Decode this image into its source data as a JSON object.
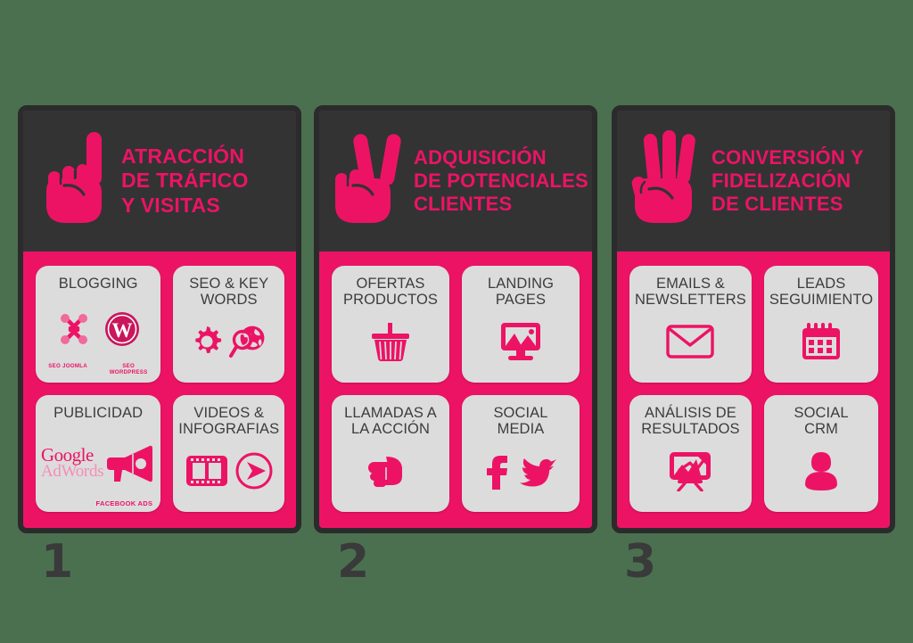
{
  "background_color": "#4a7050",
  "theme": {
    "pink": "#ec1365",
    "dark": "#333333",
    "border": "#2b2b2b",
    "card_gray": "#dcdcdc",
    "card_text": "#3d3d3d"
  },
  "panels": [
    {
      "step": "1",
      "hand_icon": "hand-one-finger-icon",
      "title_lines": [
        "ATRACCIÓN",
        "DE TRÁFICO",
        "Y VISITAS"
      ],
      "cards": [
        {
          "label_lines": [
            "BLOGGING"
          ],
          "icons": [
            "joomla-icon",
            "wordpress-icon"
          ],
          "mini_captions": [
            "SEO JOOMLA",
            "SEO WORDPRESS"
          ]
        },
        {
          "label_lines": [
            "SEO & KEY",
            "WORDS"
          ],
          "icons": [
            "gear-icon",
            "magnifier-globe-icon"
          ],
          "mini_captions": []
        },
        {
          "label_lines": [
            "PUBLICIDAD"
          ],
          "icons": [
            "google-adwords-wordmark",
            "megaphone-icon"
          ],
          "adwords": {
            "line1": "Google",
            "line2": "AdWords"
          },
          "corner_caption": "FACEBOOK ADS",
          "mini_captions": []
        },
        {
          "label_lines": [
            "VIDEOS &",
            "INFOGRAFIAS"
          ],
          "icons": [
            "film-strip-icon",
            "play-circle-icon"
          ],
          "mini_captions": []
        }
      ]
    },
    {
      "step": "2",
      "hand_icon": "hand-two-fingers-icon",
      "title_lines": [
        "ADQUISICIÓN",
        "DE POTENCIALES",
        "CLIENTES"
      ],
      "cards": [
        {
          "label_lines": [
            "OFERTAS",
            "PRODUCTOS"
          ],
          "icons": [
            "shopping-basket-icon"
          ],
          "mini_captions": []
        },
        {
          "label_lines": [
            "LANDING",
            "PAGES"
          ],
          "icons": [
            "monitor-image-icon"
          ],
          "mini_captions": []
        },
        {
          "label_lines": [
            "LLAMADAS A",
            "LA ACCIÓN"
          ],
          "icons": [
            "pointing-hand-icon"
          ],
          "mini_captions": []
        },
        {
          "label_lines": [
            "SOCIAL",
            "MEDIA"
          ],
          "icons": [
            "facebook-icon",
            "twitter-bird-icon"
          ],
          "mini_captions": []
        }
      ]
    },
    {
      "step": "3",
      "hand_icon": "hand-three-fingers-icon",
      "title_lines": [
        "CONVERSIÓN Y",
        "FIDELIZACIÓN",
        "DE CLIENTES"
      ],
      "cards": [
        {
          "label_lines": [
            "EMAILS &",
            "NEWSLETTERS"
          ],
          "icons": [
            "envelope-icon"
          ],
          "mini_captions": []
        },
        {
          "label_lines": [
            "LEADS",
            "SEGUIMIENTO"
          ],
          "icons": [
            "calendar-icon"
          ],
          "mini_captions": []
        },
        {
          "label_lines": [
            "ANÁLISIS DE",
            "RESULTADOS"
          ],
          "icons": [
            "presentation-chart-icon"
          ],
          "mini_captions": []
        },
        {
          "label_lines": [
            "SOCIAL",
            "CRM"
          ],
          "icons": [
            "person-avatar-icon"
          ],
          "mini_captions": []
        }
      ]
    }
  ]
}
